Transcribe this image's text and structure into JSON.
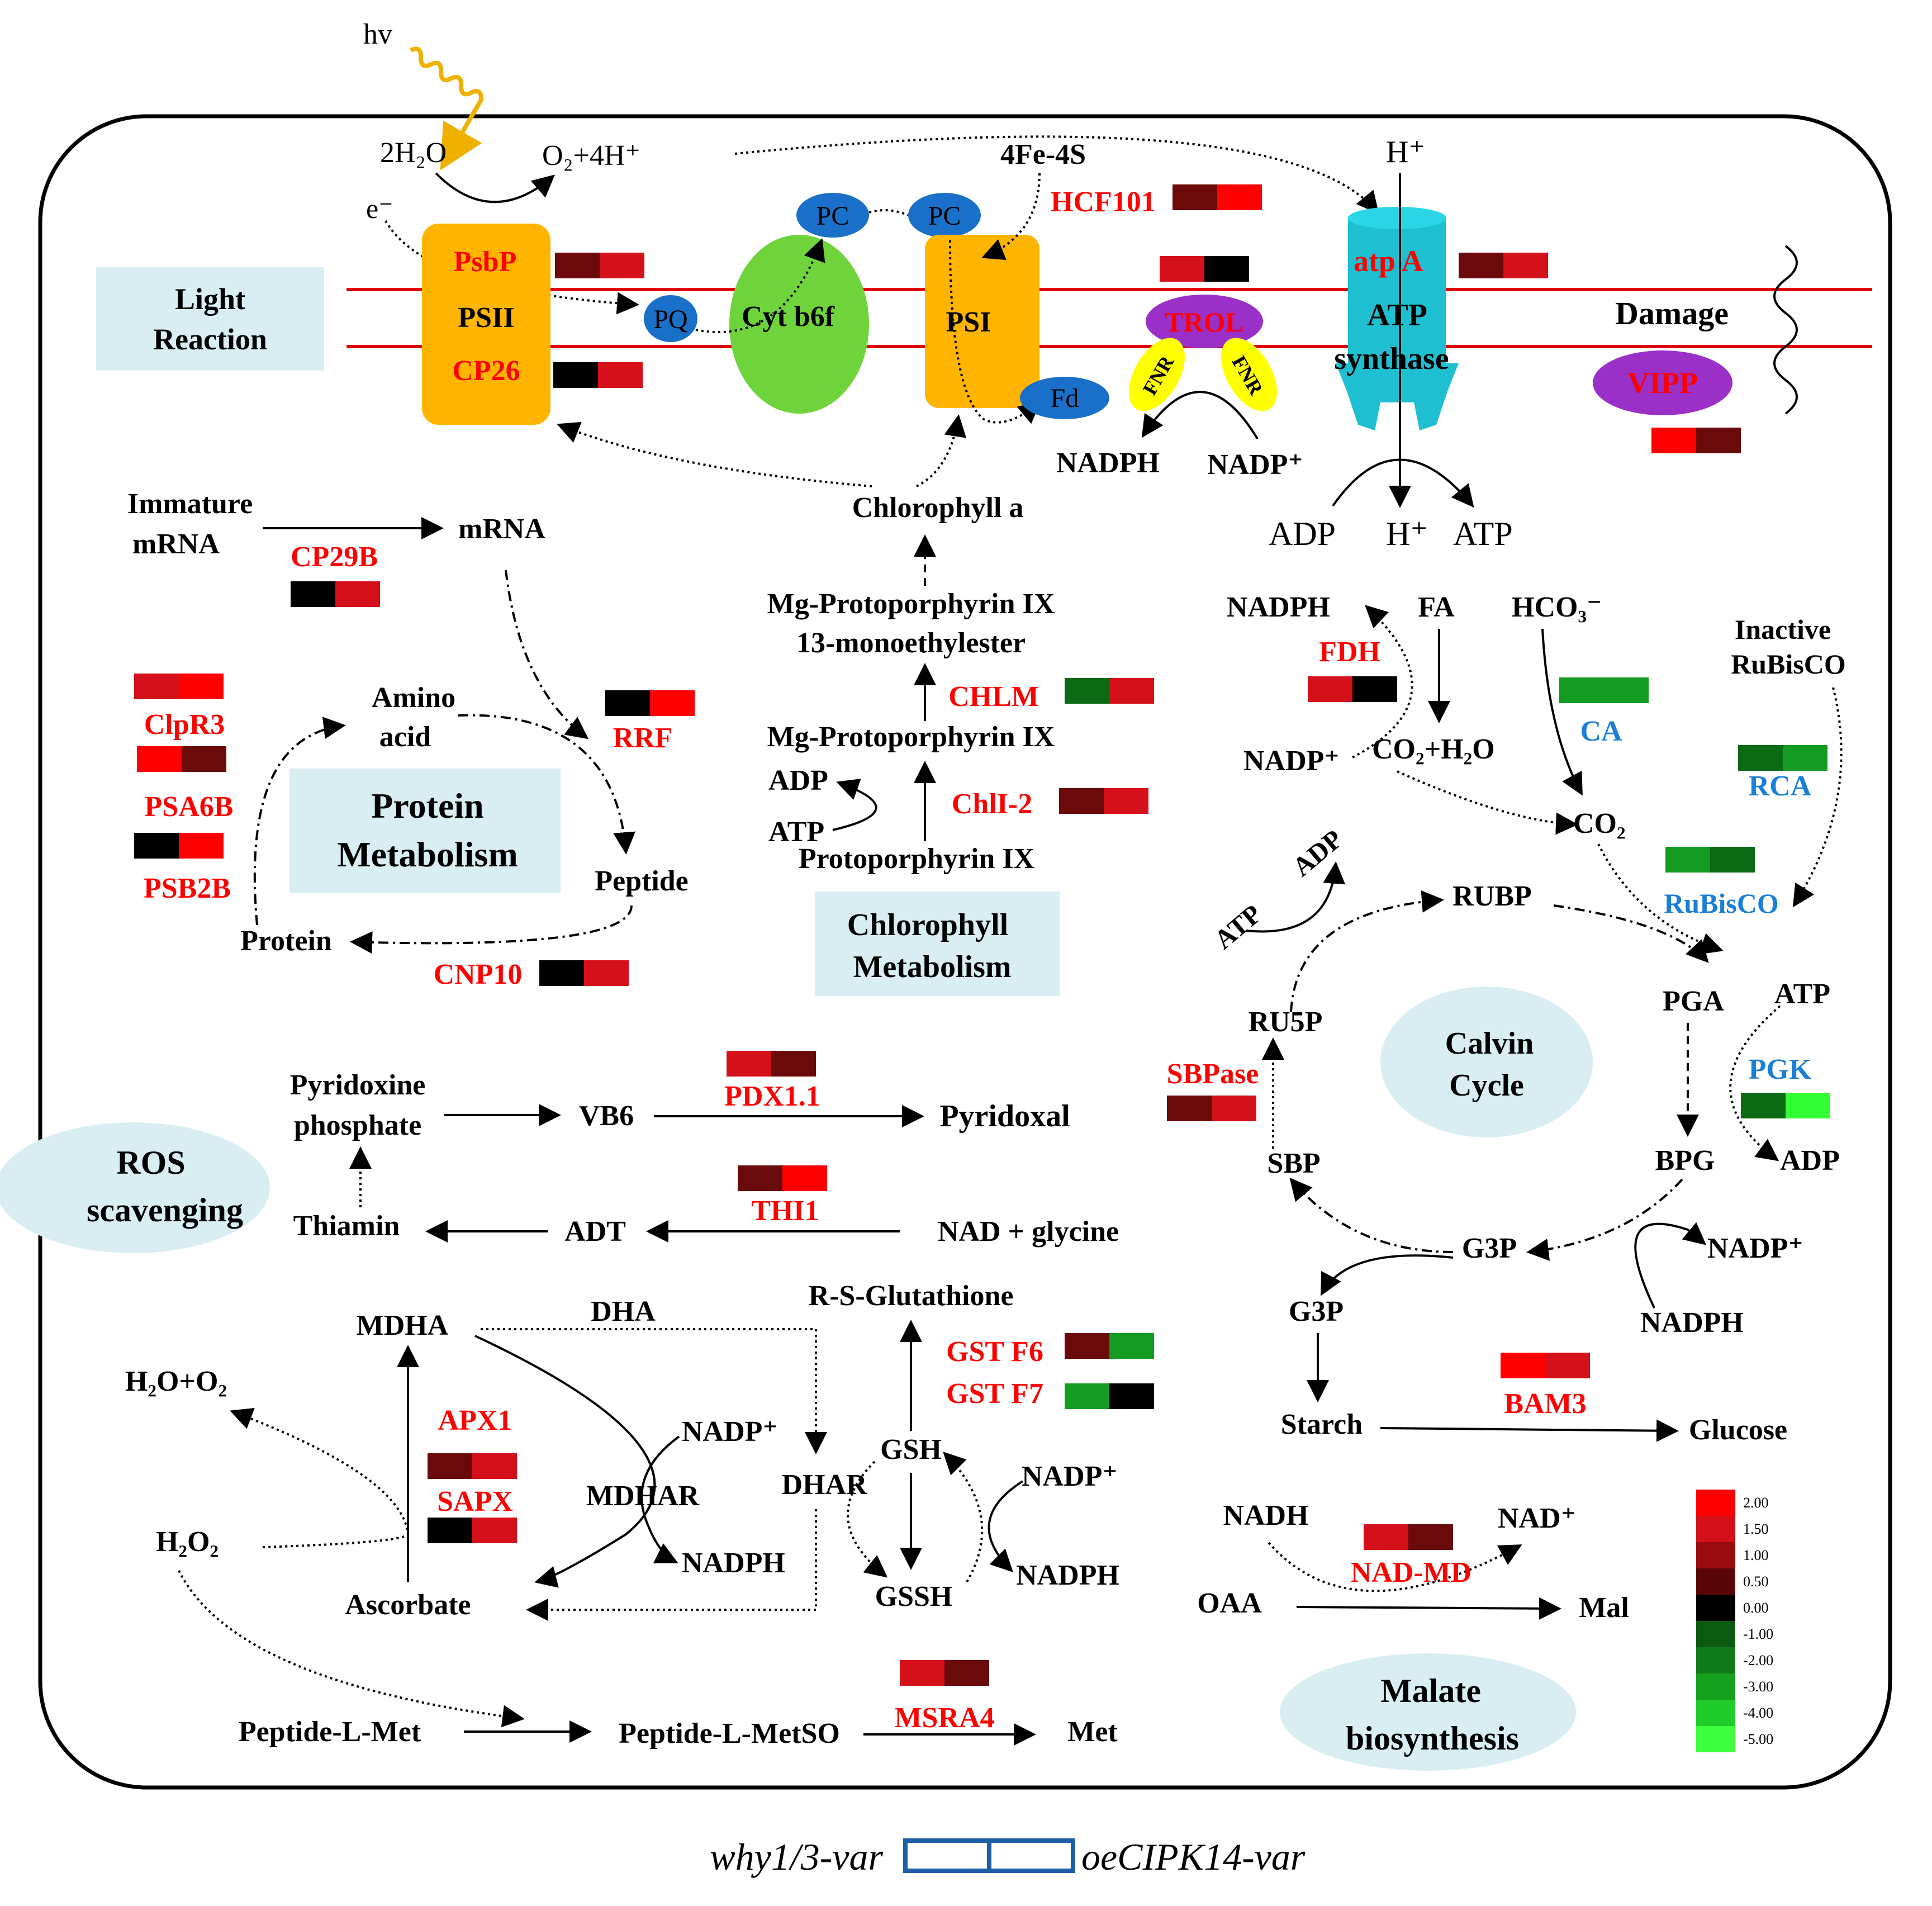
{
  "colors": {
    "up_strong": "#ff0000",
    "up_mid": "#d4101a",
    "up_weak": "#6a0a0a",
    "neutral": "#000000",
    "down_weak": "#0b6a14",
    "down_mid": "#139b22",
    "down_strong": "#33ff33",
    "gene_up_text": "#ff0000",
    "gene_down_text": "#1a7fd6",
    "membrane": "#e00000",
    "psii_fill": "#ffb400",
    "cyt_fill": "#6fd43c",
    "pc_fill": "#1a70c8",
    "trol_fill": "#9b30c8",
    "fnr_fill": "#ffff00",
    "atp_fill": "#1dbfd0",
    "label_box": "#d8eef2",
    "outer_border": "#000000"
  },
  "text": {
    "hv": "hv",
    "water": "2H₂O",
    "oxygen": "O₂+4H⁺",
    "electron": "e⁻",
    "fe4s": "4Fe-4S",
    "h_plus_top": "H⁺",
    "light_reaction": [
      "Light",
      "Reaction"
    ],
    "psii": "PSII",
    "pq": "PQ",
    "cytb6f": "Cyt b6f",
    "pc": "PC",
    "psi": "PSI",
    "fd": "Fd",
    "trol": "TROL",
    "fnr": "FNR",
    "atp_synthase": [
      "ATP",
      "synthase"
    ],
    "damage": "Damage",
    "vipp": "VIPP",
    "nadph": "NADPH",
    "nadp_plus": "NADP⁺",
    "adp": "ADP",
    "atp": "ATP",
    "h_plus": "H⁺",
    "immature_mrna": [
      "Immature",
      "mRNA"
    ],
    "mrna": "mRNA",
    "amino_acid": [
      "Amino",
      "acid"
    ],
    "peptide": "Peptide",
    "protein": "Protein",
    "protein_metabolism": [
      "Protein",
      "Metabolism"
    ],
    "chlorophyll_a": "Chlorophyll a",
    "mg_proto_me": [
      "Mg-Protoporphyrin IX",
      "13-monoethylester"
    ],
    "mg_proto": "Mg-Protoporphyrin IX",
    "proto": "Protoporphyrin IX",
    "chlorophyll_metabolism": [
      "Chlorophyll",
      "Metabolism"
    ],
    "fa": "FA",
    "hco3": "HCO₃⁻",
    "inactive_rubisco": [
      "Inactive",
      "RuBisCO"
    ],
    "co2_h2o": "CO₂+H₂O",
    "co2": "CO₂",
    "rubp": "RUBP",
    "ru5p": "RU5P",
    "pga": "PGA",
    "bpg": "BPG",
    "sbp": "SBP",
    "g3p": "G3P",
    "calvin_cycle": [
      "Calvin",
      "Cycle"
    ],
    "starch": "Starch",
    "glucose": "Glucose",
    "nadh": "NADH",
    "nad_plus": "NAD⁺",
    "oaa": "OAA",
    "mal": "Mal",
    "malate_biosynthesis": [
      "Malate",
      "biosynthesis"
    ],
    "pyridoxine_phosphate": [
      "Pyridoxine",
      "phosphate"
    ],
    "vb6": "VB6",
    "pyridoxal": "Pyridoxal",
    "thiamin": "Thiamin",
    "adt": "ADT",
    "nad_glycine": "NAD + glycine",
    "ros_scavenging": [
      "ROS",
      "scavenging"
    ],
    "mdha": "MDHA",
    "dha": "DHA",
    "h2o_o2": "H₂O+O₂",
    "h2o2": "H₂O₂",
    "ascorbate": "Ascorbate",
    "mdhar": "MDHAR",
    "dhar": "DHAR",
    "r_s_glutathione": "R-S-Glutathione",
    "gsh": "GSH",
    "gssh": "GSSH",
    "peptide_l_met": "Peptide-L-Met",
    "peptide_l_metso": "Peptide-L-MetSO",
    "met": "Met"
  },
  "genes": [
    {
      "id": "hcf101",
      "label": "HCF101",
      "dir": "up",
      "cells": [
        "up_weak",
        "up_strong"
      ]
    },
    {
      "id": "psbp",
      "label": "PsbP",
      "dir": "up",
      "cells": [
        "up_weak",
        "up_mid"
      ]
    },
    {
      "id": "cp26",
      "label": "CP26",
      "dir": "up",
      "cells": [
        "neutral",
        "up_mid"
      ]
    },
    {
      "id": "trol",
      "label": "",
      "dir": "up",
      "cells": [
        "up_mid",
        "neutral"
      ]
    },
    {
      "id": "atpa",
      "label": "atp A",
      "dir": "up",
      "cells": [
        "up_weak",
        "up_mid"
      ]
    },
    {
      "id": "vipp",
      "label": "",
      "dir": "up",
      "cells": [
        "up_strong",
        "up_weak"
      ]
    },
    {
      "id": "cp29b",
      "label": "CP29B",
      "dir": "up",
      "cells": [
        "neutral",
        "up_mid"
      ]
    },
    {
      "id": "clpr3",
      "label": "ClpR3",
      "dir": "up",
      "cells": [
        "up_mid",
        "up_strong"
      ]
    },
    {
      "id": "psa6b",
      "label": "PSA6B",
      "dir": "up",
      "cells": [
        "up_strong",
        "up_weak"
      ]
    },
    {
      "id": "psb2b",
      "label": "PSB2B",
      "dir": "up",
      "cells": [
        "neutral",
        "up_strong"
      ]
    },
    {
      "id": "rrf",
      "label": "RRF",
      "dir": "up",
      "cells": [
        "neutral",
        "up_strong"
      ]
    },
    {
      "id": "cnp10",
      "label": "CNP10",
      "dir": "up",
      "cells": [
        "neutral",
        "up_mid"
      ]
    },
    {
      "id": "chlm",
      "label": "CHLM",
      "dir": "up",
      "cells": [
        "down_weak",
        "up_mid"
      ]
    },
    {
      "id": "chli2",
      "label": "ChlI-2",
      "dir": "up",
      "cells": [
        "up_weak",
        "up_mid"
      ]
    },
    {
      "id": "fdh",
      "label": "FDH",
      "dir": "up",
      "cells": [
        "up_mid",
        "neutral"
      ]
    },
    {
      "id": "ca",
      "label": "CA",
      "dir": "down",
      "cells": [
        "down_mid",
        "down_mid"
      ]
    },
    {
      "id": "rca",
      "label": "RCA",
      "dir": "down",
      "cells": [
        "down_weak",
        "down_mid"
      ]
    },
    {
      "id": "rubisco",
      "label": "RuBisCO",
      "dir": "down",
      "cells": [
        "down_mid",
        "down_weak"
      ]
    },
    {
      "id": "pgk",
      "label": "PGK",
      "dir": "down",
      "cells": [
        "down_weak",
        "down_strong"
      ]
    },
    {
      "id": "sbpase",
      "label": "SBPase",
      "dir": "up",
      "cells": [
        "up_weak",
        "up_mid"
      ]
    },
    {
      "id": "bam3",
      "label": "BAM3",
      "dir": "up",
      "cells": [
        "up_strong",
        "up_mid"
      ]
    },
    {
      "id": "nadmd",
      "label": "NAD-MD",
      "dir": "up",
      "cells": [
        "up_mid",
        "up_weak"
      ]
    },
    {
      "id": "pdx11",
      "label": "PDX1.1",
      "dir": "up",
      "cells": [
        "up_mid",
        "up_weak"
      ]
    },
    {
      "id": "thi1",
      "label": "THI1",
      "dir": "up",
      "cells": [
        "up_weak",
        "up_strong"
      ]
    },
    {
      "id": "apx1",
      "label": "APX1",
      "dir": "up",
      "cells": [
        "up_weak",
        "up_mid"
      ]
    },
    {
      "id": "sapx",
      "label": "SAPX",
      "dir": "up",
      "cells": [
        "neutral",
        "up_mid"
      ]
    },
    {
      "id": "gstf6",
      "label": "GST F6",
      "dir": "up",
      "cells": [
        "up_weak",
        "down_mid"
      ]
    },
    {
      "id": "gstf7",
      "label": "GST F7",
      "dir": "up",
      "cells": [
        "down_mid",
        "neutral"
      ]
    },
    {
      "id": "msra4",
      "label": "MSRA4",
      "dir": "up",
      "cells": [
        "up_mid",
        "up_weak"
      ]
    }
  ],
  "legend": {
    "ticks": [
      "2.00",
      "1.50",
      "1.00",
      "0.50",
      "0.00",
      "-1.00",
      "-2.00",
      "-3.00",
      "-4.00",
      "-5.00"
    ],
    "colors": [
      "#ff0000",
      "#d4101a",
      "#9a0c10",
      "#5a0606",
      "#000000",
      "#0b5a10",
      "#117a1a",
      "#16a020",
      "#1fcc2a",
      "#3dff3d"
    ],
    "left_label": "why1/3-var",
    "right_label": "oeCIPK14-var",
    "box_color": "#1f5fa8"
  }
}
